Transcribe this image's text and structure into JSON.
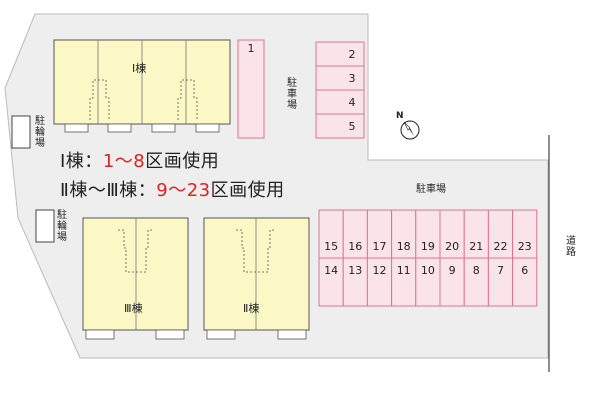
{
  "buildings": {
    "b1": "Ⅰ棟",
    "b3": "Ⅲ棟",
    "b2": "Ⅱ棟"
  },
  "parking_label": "駐車場",
  "bike_label": "駐輪場",
  "road_label": "道路",
  "legend": {
    "line1_prefix": "Ⅰ棟：",
    "line1_range": "1〜8",
    "line1_suffix": "区画使用",
    "line2_prefix": "Ⅱ棟〜Ⅲ棟：",
    "line2_range": "9〜23",
    "line2_suffix": "区画使用"
  },
  "north_mark": "N",
  "spaces_single": [
    "1"
  ],
  "spaces_column": [
    "2",
    "3",
    "4",
    "5"
  ],
  "spaces_top_row": [
    "15",
    "16",
    "17",
    "18",
    "19",
    "20",
    "21",
    "22",
    "23"
  ],
  "spaces_bottom_row": [
    "14",
    "13",
    "12",
    "11",
    "10",
    "9",
    "8",
    "7",
    "6"
  ],
  "colors": {
    "site": "#eeeeee",
    "building": "#fbf8c6",
    "parking_fill": "#fbe3ea",
    "parking_stroke": "#e0738c",
    "legend_red": "#e02020"
  }
}
